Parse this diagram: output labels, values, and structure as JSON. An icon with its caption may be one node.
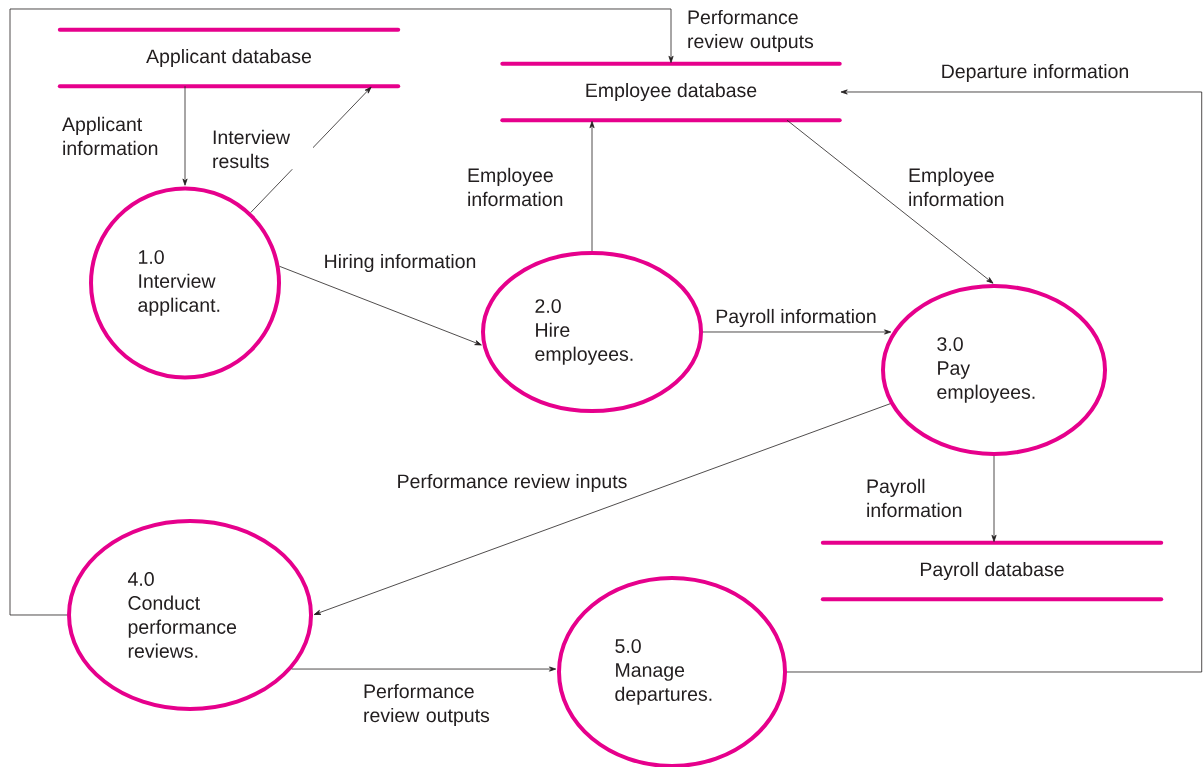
{
  "diagram": {
    "nodes": [
      {
        "text": [
          "Applicant database"
        ]
      },
      {
        "text": [
          "1.0",
          "Interview applicant."
        ]
      },
      {
        "text": [
          "Employee database"
        ]
      },
      {
        "text": [
          "2.0",
          "Hire employees."
        ]
      },
      {
        "text": [
          "3.0",
          "Pay employees."
        ]
      },
      {
        "text": [
          "Payroll database"
        ]
      },
      {
        "text": [
          "4.0",
          "Conduct performance reviews."
        ]
      },
      {
        "text": [
          "5.0",
          "Manage departures."
        ]
      }
    ],
    "edges": [
      {
        "from": 0,
        "to": 1,
        "arrow": "to",
        "label": "Applicant information"
      },
      {
        "from": 1,
        "to": 0,
        "arrow": "to",
        "label": "Interview results"
      },
      {
        "from": 1,
        "to": 3,
        "arrow": "to",
        "label": "Hiring information"
      },
      {
        "from": 3,
        "to": 2,
        "arrow": "to",
        "label": "Employee information"
      },
      {
        "from": 2,
        "to": 4,
        "arrow": "to",
        "label": "Employee information"
      },
      {
        "from": 3,
        "to": 4,
        "arrow": "to",
        "label": "Payroll information"
      },
      {
        "from": 4,
        "to": 6,
        "arrow": "to",
        "label": "Performance review inputs"
      },
      {
        "from": 4,
        "to": 5,
        "arrow": "to",
        "label": "Payroll information"
      },
      {
        "from": 6,
        "to": 2,
        "arrow": "to",
        "label": "Performance review outputs"
      },
      {
        "from": 6,
        "to": 7,
        "arrow": "to",
        "label": "Performance review outputs"
      },
      {
        "from": 7,
        "to": 2,
        "arrow": "to",
        "label": "Departure information"
      }
    ]
  }
}
